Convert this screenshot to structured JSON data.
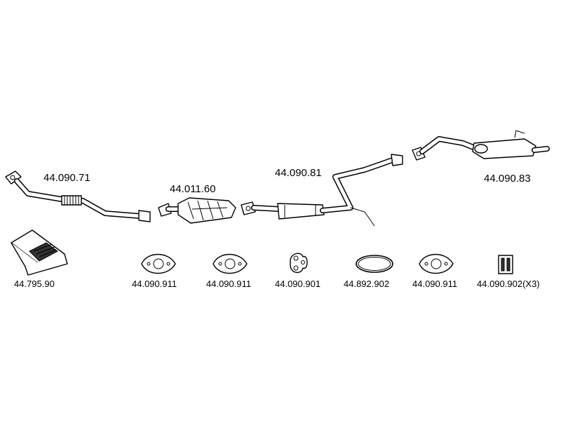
{
  "parts": {
    "front_pipe": "44.090.71",
    "catalytic_converter": "44.011.60",
    "middle_silencer": "44.090.81",
    "rear_silencer": "44.090.83",
    "mounting_kit": "44.795.90",
    "gasket_1": "44.090.911",
    "gasket_2": "44.090.911",
    "rubber_mount_1": "44.090.901",
    "ring_seal": "44.892.902",
    "gasket_3": "44.090.911",
    "rubber_mount_2": "44.090.902(X3)"
  }
}
